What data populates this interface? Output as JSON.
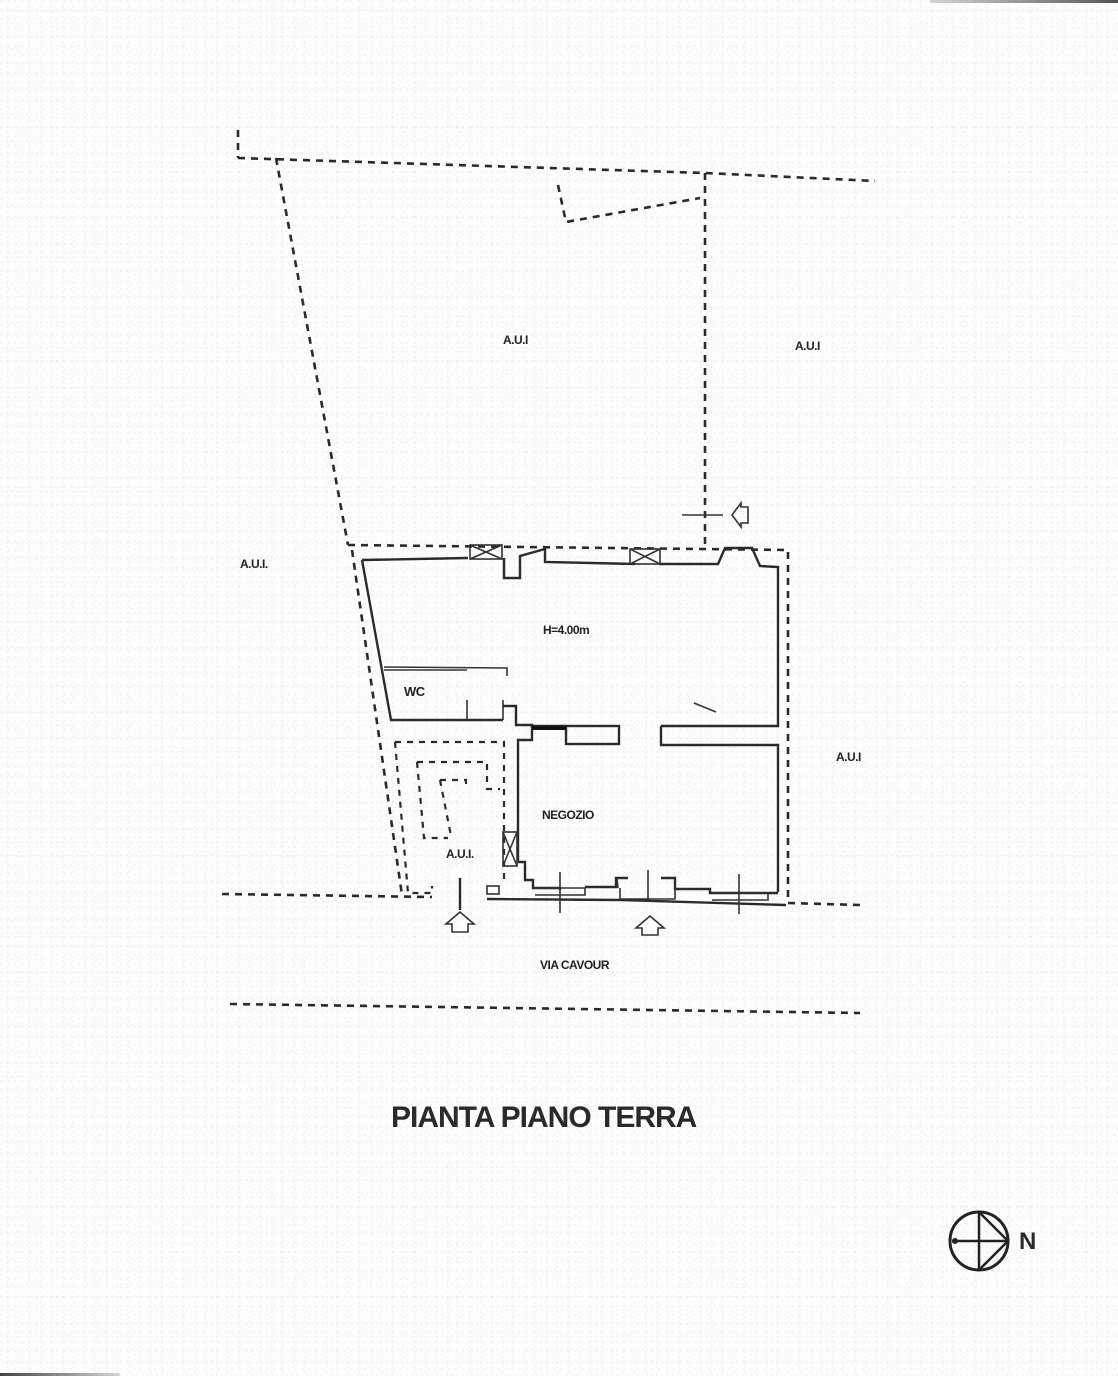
{
  "drawing": {
    "title": "PIANTA PIANO TERRA",
    "north_label": "N",
    "street_label": "VIA CAVOUR",
    "rooms": {
      "main_room_height": "H=4.00m",
      "wc": "WC",
      "shop": "NEGOZIO"
    },
    "neighbor_labels": {
      "north_courtyard": "A.U.I",
      "north_east": "A.U.I",
      "west": "A.U.I.",
      "east": "A.U.I",
      "stair_area": "A.U.I."
    },
    "legend": {
      "aui_meaning_visible": false
    },
    "symbols": {
      "north_arrow": "north-compass-icon",
      "entrance_arrows": [
        "entrance-arrow-stair",
        "entrance-arrow-shop"
      ],
      "section_marker": "section-arrow-icon"
    },
    "colors": {
      "ink": "#2b2b2b",
      "paper": "#fdfdfd"
    }
  }
}
